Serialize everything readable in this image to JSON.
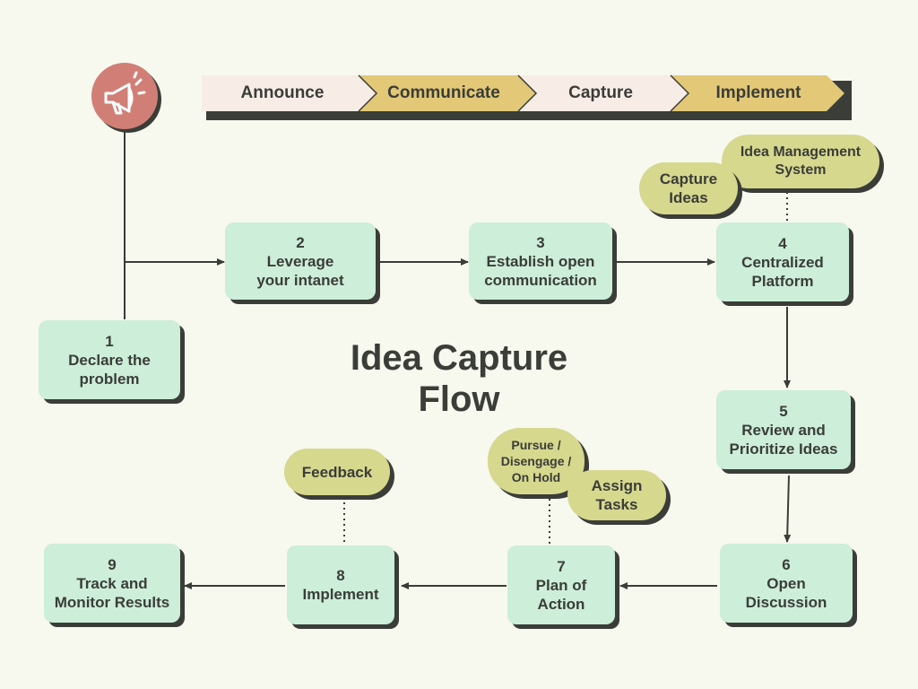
{
  "title": {
    "line1": "Idea Capture",
    "line2": "Flow"
  },
  "phases": [
    "Announce",
    "Communicate",
    "Capture",
    "Implement"
  ],
  "colors": {
    "background": "#f7f8ee",
    "step_box": "#cdeed9",
    "note_pill": "#d6d88e",
    "phase_light": "#f8ece6",
    "phase_gold": "#e2c877",
    "megaphone_circle": "#d17f76",
    "ink": "#3a3d38"
  },
  "steps": {
    "s1": {
      "num": "1",
      "line1": "Declare the",
      "line2": "problem"
    },
    "s2": {
      "num": "2",
      "line1": "Leverage",
      "line2": "your intanet"
    },
    "s3": {
      "num": "3",
      "line1": "Establish open",
      "line2": "communication"
    },
    "s4": {
      "num": "4",
      "line1": "Centralized",
      "line2": "Platform"
    },
    "s5": {
      "num": "5",
      "line1": "Review and",
      "line2": "Prioritize Ideas"
    },
    "s6": {
      "num": "6",
      "line1": "Open",
      "line2": "Discussion"
    },
    "s7": {
      "num": "7",
      "line1": "Plan of",
      "line2": "Action"
    },
    "s8": {
      "num": "8",
      "line1": "Implement"
    },
    "s9": {
      "num": "9",
      "line1": "Track and",
      "line2": "Monitor Results"
    }
  },
  "notes": {
    "capture_ideas": {
      "line1": "Capture",
      "line2": "Ideas"
    },
    "idea_mgmt": {
      "line1": "Idea Management",
      "line2": "System"
    },
    "pursue": {
      "line1": "Pursue /",
      "line2": "Disengage /",
      "line3": "On Hold"
    },
    "assign": {
      "line1": "Assign",
      "line2": "Tasks"
    },
    "feedback": {
      "line1": "Feedback"
    }
  },
  "icons": {
    "megaphone": "megaphone-icon"
  }
}
